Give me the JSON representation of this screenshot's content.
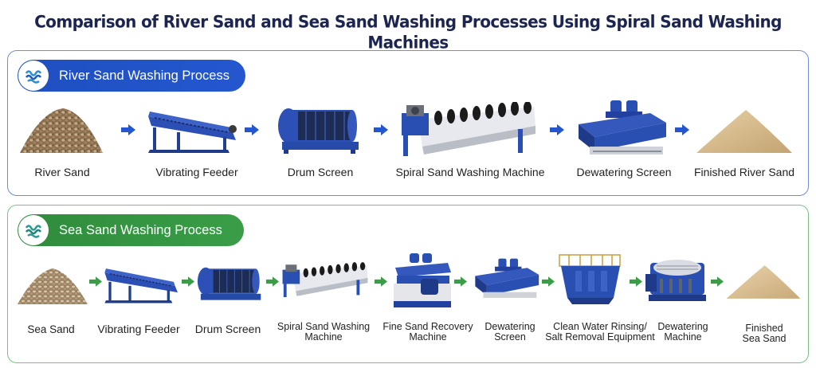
{
  "title": "Comparison of River Sand and Sea Sand Washing Processes Using Spiral Sand Washing Machines",
  "river": {
    "heading": "River Sand Washing Process",
    "steps": [
      {
        "label": "River Sand"
      },
      {
        "label": "Vibrating Feeder"
      },
      {
        "label": "Drum Screen"
      },
      {
        "label": "Spiral Sand Washing Machine"
      },
      {
        "label": "Dewatering Screen"
      },
      {
        "label": "Finished River Sand"
      }
    ]
  },
  "sea": {
    "heading": "Sea Sand Washing Process",
    "steps": [
      {
        "label": "Sea Sand"
      },
      {
        "label": "Vibrating Feeder"
      },
      {
        "label": "Drum Screen"
      },
      {
        "label": "Spiral Sand Washing Machine"
      },
      {
        "label": "Fine Sand Recovery Machine"
      },
      {
        "label": "Dewatering Screen"
      },
      {
        "label": "Clean Water Rinsing/ Salt Removal Equipment"
      },
      {
        "label": "Dewatering Machine"
      },
      {
        "label": "Finished Sea Sand"
      }
    ]
  },
  "colors": {
    "river_accent": "#2457cf",
    "sea_accent": "#3a9d47",
    "machine_blue": "#2a4fb3",
    "title": "#1c2550"
  },
  "icons": {
    "river_heading_icon": "water-wave-icon",
    "sea_heading_icon": "water-wave-icon",
    "river_arrow": "chevron-right-blue-icon",
    "sea_arrow": "chevron-right-green-icon"
  }
}
